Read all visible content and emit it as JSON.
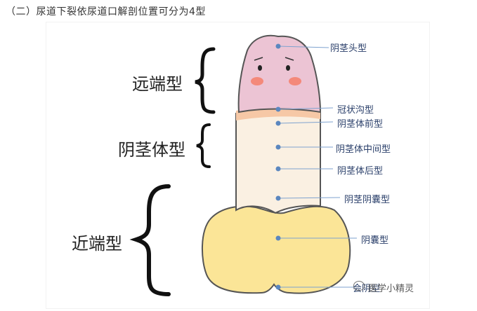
{
  "caption": "（二）尿道下裂依尿道口解剖位置可分为4型",
  "groups": [
    {
      "label": "远端型"
    },
    {
      "label": "阴茎体型"
    },
    {
      "label": "近端型"
    }
  ],
  "annotations": [
    {
      "label": "阴茎头型"
    },
    {
      "label": "冠状沟型"
    },
    {
      "label": "阴茎体前型"
    },
    {
      "label": "阴茎体中间型"
    },
    {
      "label": "阴茎体后型"
    },
    {
      "label": "阴茎阴囊型"
    },
    {
      "label": "阴囊型"
    },
    {
      "label": "会阴型"
    }
  ],
  "watermark": "医学小精灵",
  "colors": {
    "glans": "#ecc4d4",
    "shaft": "#faf0e2",
    "scrotum": "#fbe597",
    "outline": "#555555",
    "cheek": "#f4897a",
    "dot": "#5b87bf",
    "leader": "#7ea2cf"
  }
}
